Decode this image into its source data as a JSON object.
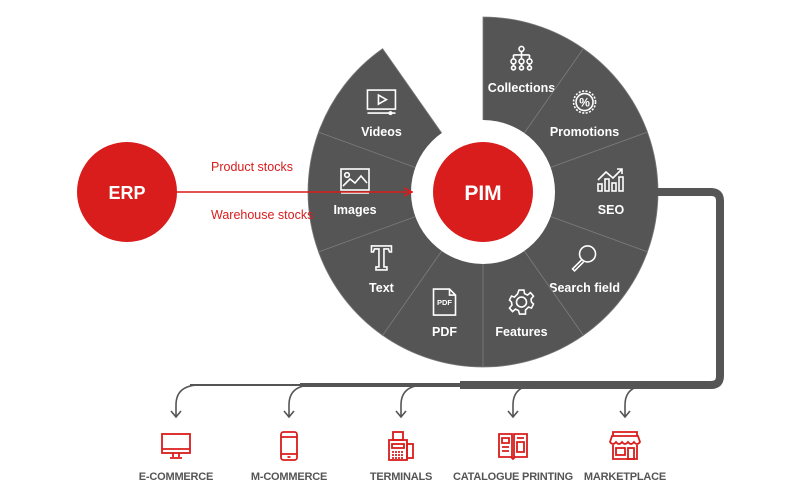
{
  "colors": {
    "accent_red": "#d91c1c",
    "segment_gray": "#555555",
    "divider": "#7a7a7a",
    "text_gray": "#555555",
    "background": "#ffffff"
  },
  "source": {
    "label": "ERP"
  },
  "hub": {
    "label": "PIM"
  },
  "flow": {
    "top_label": "Product stocks",
    "bottom_label": "Warehouse stocks"
  },
  "segments": [
    {
      "label": "Collections",
      "icon": "hierarchy-icon"
    },
    {
      "label": "Promotions",
      "icon": "percent-badge-icon"
    },
    {
      "label": "SEO",
      "icon": "growth-chart-icon"
    },
    {
      "label": "Search field",
      "icon": "magnifier-icon"
    },
    {
      "label": "Features",
      "icon": "gear-icon"
    },
    {
      "label": "PDF",
      "icon": "pdf-file-icon"
    },
    {
      "label": "Text",
      "icon": "text-t-icon"
    },
    {
      "label": "Images",
      "icon": "image-icon"
    },
    {
      "label": "Videos",
      "icon": "video-player-icon"
    }
  ],
  "destinations": [
    {
      "label": "E-COMMERCE",
      "icon": "desktop-monitor-icon"
    },
    {
      "label": "M-COMMERCE",
      "icon": "smartphone-icon"
    },
    {
      "label": "TERMINALS",
      "icon": "payment-terminal-icon"
    },
    {
      "label": "CATALOGUE PRINTING",
      "icon": "open-catalogue-icon"
    },
    {
      "label": "MARKETPLACE",
      "icon": "storefront-icon"
    }
  ]
}
